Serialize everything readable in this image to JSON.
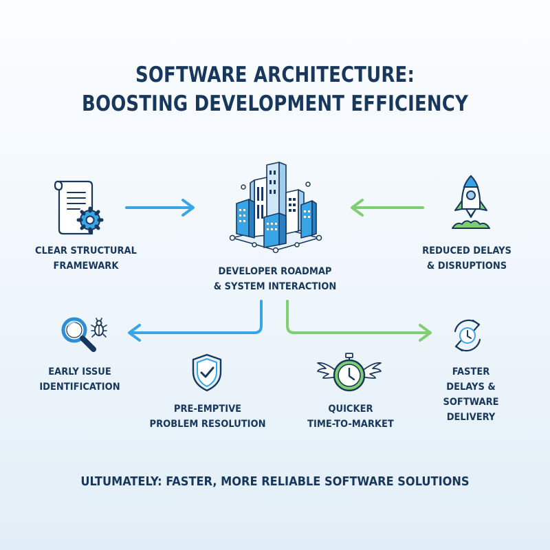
{
  "title": {
    "line1": "SOFTWARE ARCHITECTURE:",
    "line2": "BOOSTING DEVELOPMENT EFFICIENCY"
  },
  "center": {
    "line1": "DEVELOPER ROADMAP",
    "line2": "& SYSTEM INTERACTION",
    "icon": "city-buildings-icon"
  },
  "nodes": {
    "framework": {
      "line1": "CLEAR STRUCTURAL",
      "line2": "FRAMEWARK",
      "icon": "document-gear-icon"
    },
    "delays": {
      "line1": "REDUCED DELAYS",
      "line2": "& DISRUPTIONS",
      "icon": "rocket-icon"
    },
    "early": {
      "line1": "EARLY ISSUE",
      "line2": "IDENTIFICATION",
      "icon": "magnifier-bug-icon"
    },
    "preemptive": {
      "line1": "PRE-EMPTIVE",
      "line2": "PROBLEM RESOLUTION",
      "icon": "shield-check-icon"
    },
    "quicker": {
      "line1": "QUICKER",
      "line2": "TIME-TO-MARKET",
      "icon": "winged-stopwatch-icon"
    },
    "faster": {
      "line1": "FASTER",
      "line2": "DELAYS &",
      "line3": "SOFTWARE",
      "line4": "DELIVERY",
      "icon": "clock-cycle-icon"
    }
  },
  "footer": "ULTUMATELY: FASTER, MORE RELIABLE SOFTWARE SOLUTIONS",
  "colors": {
    "navy": "#17375c",
    "blue_arrow": "#3aa5e6",
    "green_arrow": "#7fcf72",
    "icon_blue": "#2c8fd6"
  }
}
